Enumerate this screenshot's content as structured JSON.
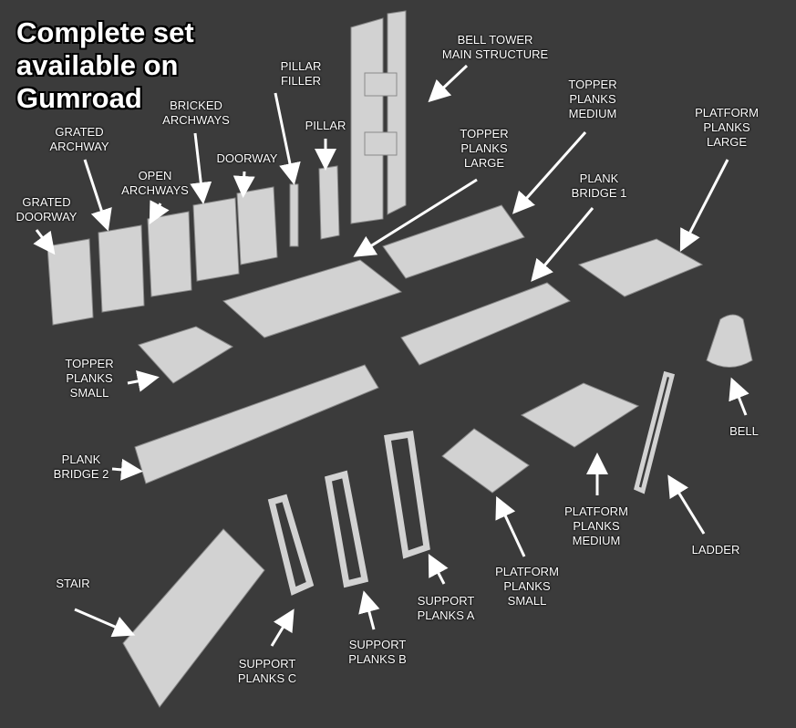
{
  "title": [
    "Complete set",
    "available on",
    "Gumroad"
  ],
  "labels": {
    "bell_tower": [
      "BELL TOWER",
      "MAIN STRUCTURE"
    ],
    "pillar_filler": [
      "PILLAR",
      "FILLER"
    ],
    "topper_medium": [
      "TOPPER",
      "PLANKS",
      "MEDIUM"
    ],
    "platform_large": [
      "PLATFORM",
      "PLANKS",
      "LARGE"
    ],
    "bricked_archways": [
      "BRICKED",
      "ARCHWAYS"
    ],
    "grated_archway": [
      "GRATED",
      "ARCHWAY"
    ],
    "pillar": [
      "PILLAR"
    ],
    "topper_large": [
      "TOPPER",
      "PLANKS",
      "LARGE"
    ],
    "doorway": [
      "DOORWAY"
    ],
    "open_archways": [
      "OPEN",
      "ARCHWAYS"
    ],
    "plank_bridge_1": [
      "PLANK",
      "BRIDGE 1"
    ],
    "grated_doorway": [
      "GRATED",
      "DOORWAY"
    ],
    "topper_small": [
      "TOPPER",
      "PLANKS",
      "SMALL"
    ],
    "bell": [
      "BELL"
    ],
    "plank_bridge_2": [
      "PLANK",
      "BRIDGE 2"
    ],
    "platform_medium": [
      "PLATFORM",
      "PLANKS",
      "MEDIUM"
    ],
    "ladder": [
      "LADDER"
    ],
    "platform_small": [
      "PLATFORM",
      "PLANKS",
      "SMALL"
    ],
    "stair": [
      "STAIR"
    ],
    "support_a": [
      "SUPPORT",
      "PLANKS A"
    ],
    "support_b": [
      "SUPPORT",
      "PLANKS B"
    ],
    "support_c": [
      "SUPPORT",
      "PLANKS C"
    ]
  },
  "colors": {
    "background": "#3b3b3b",
    "model": "#d4d4d4",
    "label": "#ffffff"
  }
}
